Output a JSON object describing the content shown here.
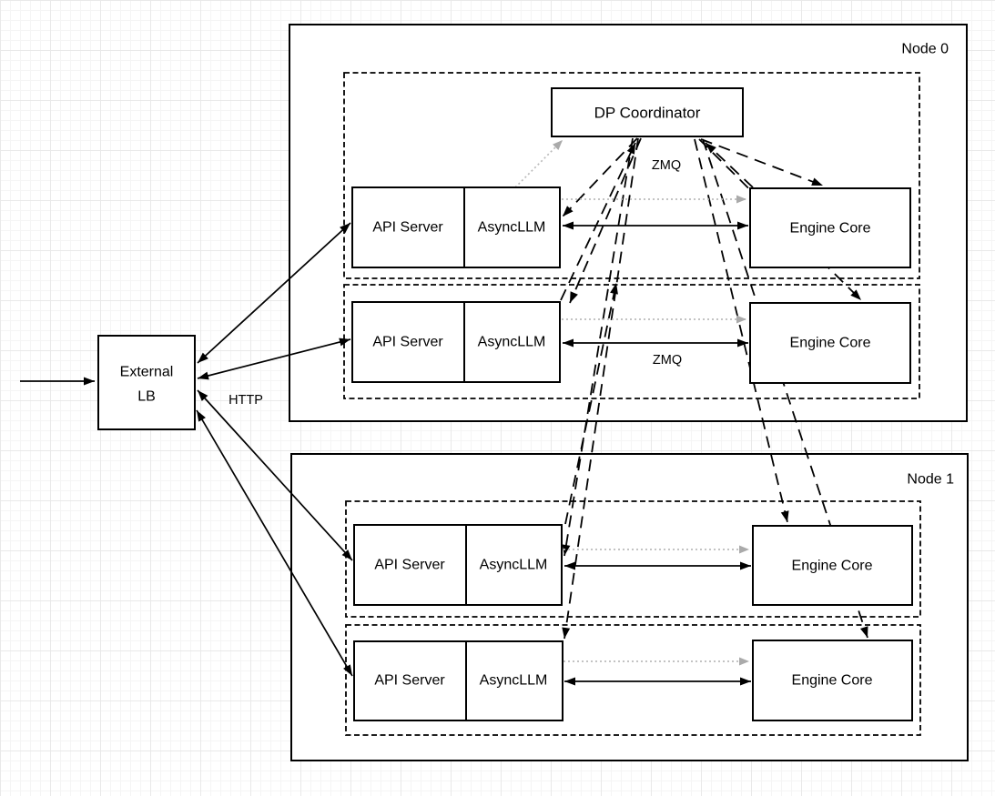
{
  "labels": {
    "node0": "Node 0",
    "node1": "Node 1",
    "dp_coordinator": "DP Coordinator",
    "api_server": "API Server",
    "async_llm": "AsyncLLM",
    "engine_core": "Engine Core",
    "external_lb": [
      "External",
      "LB"
    ],
    "http": "HTTP",
    "zmq_top": "ZMQ",
    "zmq_bottom": "ZMQ"
  },
  "colors": {
    "line": "#000000",
    "box_fill": "#ffffff",
    "gray_arrow_line": "#bbbbbb",
    "gray_arrow_head": "#aaaaaa",
    "grid_minor": "#f5f5f5",
    "grid_major": "#e9e9e9",
    "background": "#ffffff"
  },
  "structure": {
    "nodes": [
      {
        "label": "Node 0",
        "ranks": [
          {
            "components": [
              "API Server",
              "AsyncLLM",
              "Engine Core"
            ],
            "has_dp_coordinator": true
          },
          {
            "components": [
              "API Server",
              "AsyncLLM",
              "Engine Core"
            ]
          }
        ]
      },
      {
        "label": "Node 1",
        "ranks": [
          {
            "components": [
              "API Server",
              "AsyncLLM",
              "Engine Core"
            ]
          },
          {
            "components": [
              "API Server",
              "AsyncLLM",
              "Engine Core"
            ]
          }
        ]
      }
    ],
    "connections": [
      {
        "from": "client",
        "to": "external-lb",
        "style": "solid",
        "heads": "end"
      },
      {
        "from": "external-lb",
        "to": "api-server-node0-rank0",
        "style": "solid",
        "heads": "both",
        "label": "HTTP"
      },
      {
        "from": "external-lb",
        "to": "api-server-node0-rank1",
        "style": "solid",
        "heads": "both",
        "label": "HTTP"
      },
      {
        "from": "external-lb",
        "to": "api-server-node1-rank0",
        "style": "solid",
        "heads": "both",
        "label": "HTTP"
      },
      {
        "from": "external-lb",
        "to": "api-server-node1-rank1",
        "style": "solid",
        "heads": "both",
        "label": "HTTP"
      },
      {
        "from": "asyncllm-node0-rank0",
        "to": "engine-core-node0-rank0",
        "style": "solid",
        "heads": "both",
        "label": "ZMQ"
      },
      {
        "from": "asyncllm-node0-rank1",
        "to": "engine-core-node0-rank1",
        "style": "solid",
        "heads": "both",
        "label": "ZMQ"
      },
      {
        "from": "asyncllm-node1-rank0",
        "to": "engine-core-node1-rank0",
        "style": "solid",
        "heads": "both"
      },
      {
        "from": "asyncllm-node1-rank1",
        "to": "engine-core-node1-rank1",
        "style": "solid",
        "heads": "both"
      },
      {
        "from": "asyncllm-node0-rank0",
        "to": "engine-core-node0-rank0",
        "style": "dotted-gray",
        "heads": "end"
      },
      {
        "from": "asyncllm-node0-rank1",
        "to": "engine-core-node0-rank1",
        "style": "dotted-gray",
        "heads": "end"
      },
      {
        "from": "asyncllm-node1-rank0",
        "to": "engine-core-node1-rank0",
        "style": "dotted-gray",
        "heads": "end"
      },
      {
        "from": "asyncllm-node1-rank1",
        "to": "engine-core-node1-rank1",
        "style": "dotted-gray",
        "heads": "end"
      },
      {
        "from": "asyncllm-node0-rank0",
        "to": "dp-coordinator",
        "style": "dotted-gray",
        "heads": "end"
      },
      {
        "from": "dp-coordinator",
        "to": "asyncllm-node0-rank0",
        "style": "dashed",
        "heads": "end"
      },
      {
        "from": "dp-coordinator",
        "to": "asyncllm-node0-rank1",
        "style": "dashed",
        "heads": "end"
      },
      {
        "from": "dp-coordinator",
        "to": "asyncllm-node1-rank0",
        "style": "dashed",
        "heads": "end"
      },
      {
        "from": "dp-coordinator",
        "to": "asyncllm-node1-rank1",
        "style": "dashed",
        "heads": "end"
      },
      {
        "from": "dp-coordinator",
        "to": "engine-core-node0-rank0",
        "style": "dashed",
        "heads": "end"
      },
      {
        "from": "dp-coordinator",
        "to": "engine-core-node0-rank1",
        "style": "dashed",
        "heads": "end"
      },
      {
        "from": "dp-coordinator",
        "to": "engine-core-node1-rank0",
        "style": "dashed",
        "heads": "end"
      },
      {
        "from": "dp-coordinator",
        "to": "engine-core-node1-rank1",
        "style": "dashed",
        "heads": "end"
      },
      {
        "from": "engine-core-node0-rank0",
        "to": "dp-coordinator",
        "style": "dashed",
        "heads": "end"
      },
      {
        "from": "asyncllm-node0-rank1",
        "to": "dp-coordinator",
        "style": "dashed",
        "heads": "end"
      },
      {
        "from": "asyncllm-node1-rank0",
        "to": "node0-rank0-group",
        "style": "dashed",
        "heads": "end"
      }
    ]
  }
}
